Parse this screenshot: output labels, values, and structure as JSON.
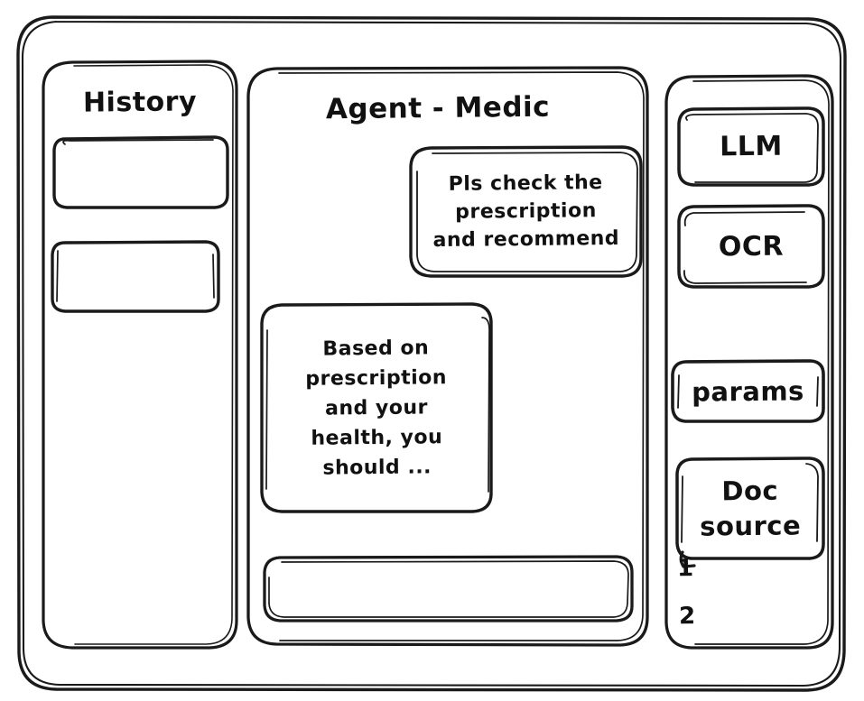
{
  "window": {
    "frame_label": "app-window"
  },
  "sidebar_left": {
    "title": "History",
    "items": [
      {
        "label": ""
      },
      {
        "label": ""
      }
    ]
  },
  "main": {
    "title": "Agent - Medic",
    "messages": [
      {
        "role": "user",
        "lines": [
          "Pls check the",
          "prescription",
          "and recommend"
        ],
        "text": "Pls check the prescription and recommend"
      },
      {
        "role": "assistant",
        "lines": [
          "Based on",
          "prescription",
          "and your",
          "health, you",
          "should ..."
        ],
        "text": "Based on prescription and your health, you should ..."
      }
    ],
    "composer": {
      "value": "",
      "placeholder": ""
    }
  },
  "sidebar_right": {
    "tools": [
      {
        "label": "LLM"
      },
      {
        "label": "OCR"
      },
      {
        "label": "params"
      }
    ],
    "doc_source": {
      "label_lines": [
        "Doc",
        "source"
      ],
      "label": "Doc source",
      "items": [
        "1",
        "2"
      ]
    }
  },
  "colors": {
    "ink": "#1a1a1a",
    "background": "#ffffff"
  }
}
